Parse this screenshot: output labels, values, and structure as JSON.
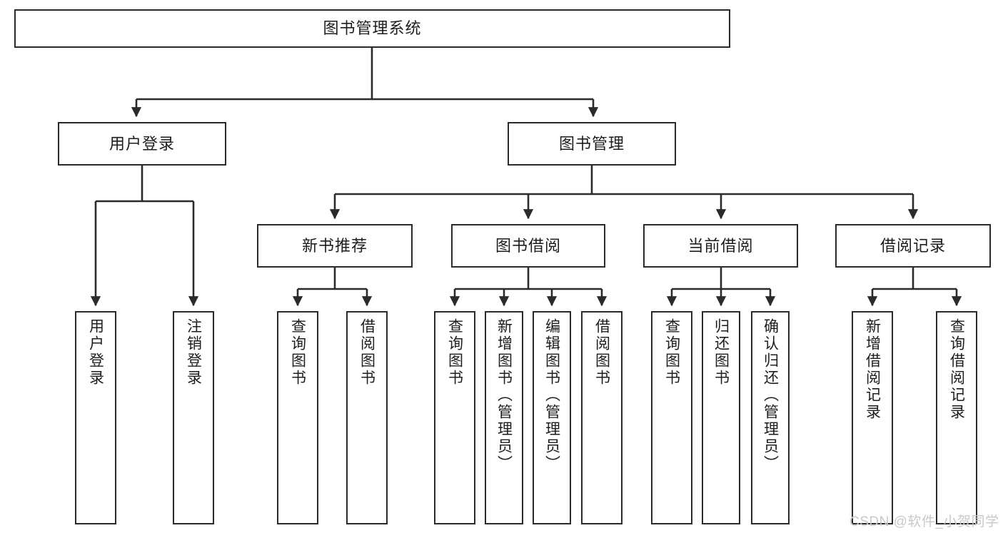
{
  "diagram": {
    "type": "tree",
    "title": "图书管理系统",
    "colors": {
      "border": "#2b2b2b",
      "text": "#1d1d1d",
      "background": "#ffffff",
      "watermark": "#c9c9c9"
    },
    "root": {
      "label": "图书管理系统"
    },
    "level2": [
      {
        "label": "用户登录"
      },
      {
        "label": "图书管理"
      }
    ],
    "level3": [
      {
        "label": "新书推荐"
      },
      {
        "label": "图书借阅"
      },
      {
        "label": "当前借阅"
      },
      {
        "label": "借阅记录"
      }
    ],
    "leaves": {
      "user_login": [
        {
          "label": "用户登录"
        },
        {
          "label": "注销登录"
        }
      ],
      "new_book_recommend": [
        {
          "label": "查询图书"
        },
        {
          "label": "借阅图书"
        }
      ],
      "book_borrow": [
        {
          "label": "查询图书"
        },
        {
          "label": "新增图书（管理员）"
        },
        {
          "label": "编辑图书（管理员）"
        },
        {
          "label": "借阅图书"
        }
      ],
      "current_borrow": [
        {
          "label": "查询图书"
        },
        {
          "label": "归还图书"
        },
        {
          "label": "确认归还（管理员）"
        }
      ],
      "borrow_record": [
        {
          "label": "新增借阅记录"
        },
        {
          "label": "查询借阅记录"
        }
      ]
    }
  },
  "watermark": {
    "text": "CSDN @软件_小贺同学"
  }
}
